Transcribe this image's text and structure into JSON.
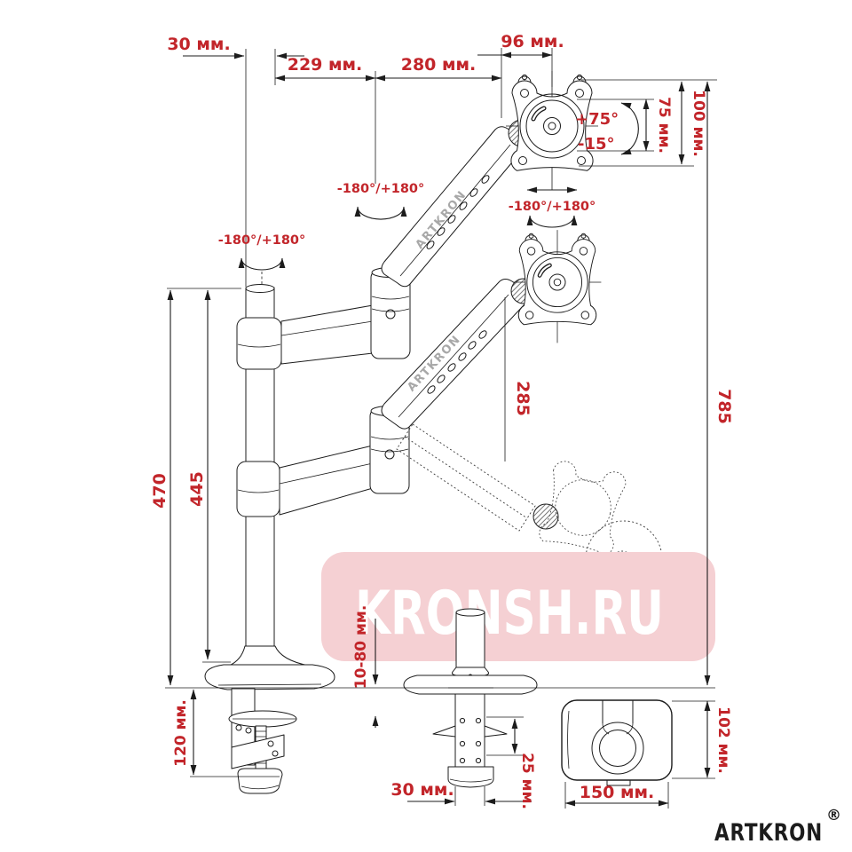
{
  "watermark": {
    "text": "KRONSH.RU",
    "bg_color": "#f5d0d3",
    "text_color": "#ffffff"
  },
  "brand": {
    "logo": "ARTKRON",
    "registered": "®",
    "arm_label": "ARTKRON"
  },
  "colors": {
    "dimension_text": "#c2252a",
    "line_ink": "#1c1c1c",
    "arm_text": "#a8a8a8"
  },
  "dims": {
    "pole_top_offset": "30 мм.",
    "link_reach": "229 мм.",
    "arm_reach": "280 мм.",
    "vesa_width": "96 мм.",
    "tilt_up": "+75°",
    "tilt_down": "-15°",
    "vesa_pattern": "75 мм.",
    "plate_height": "100 мм.",
    "swivel_head": "-180°/+180°",
    "swivel_elbow": "-180°/+180°",
    "swivel_pole": "-180°/+180°",
    "arm_section": "285",
    "overall_height": "785",
    "pole_height": "470",
    "pole_exposed": "445",
    "clamp_depth": "120 мм.",
    "desk_thickness": "10-80 мм.",
    "grommet_diameter": "30 мм.",
    "grommet_step": "25 мм.",
    "base_width": "150 мм.",
    "base_depth": "102 мм."
  }
}
